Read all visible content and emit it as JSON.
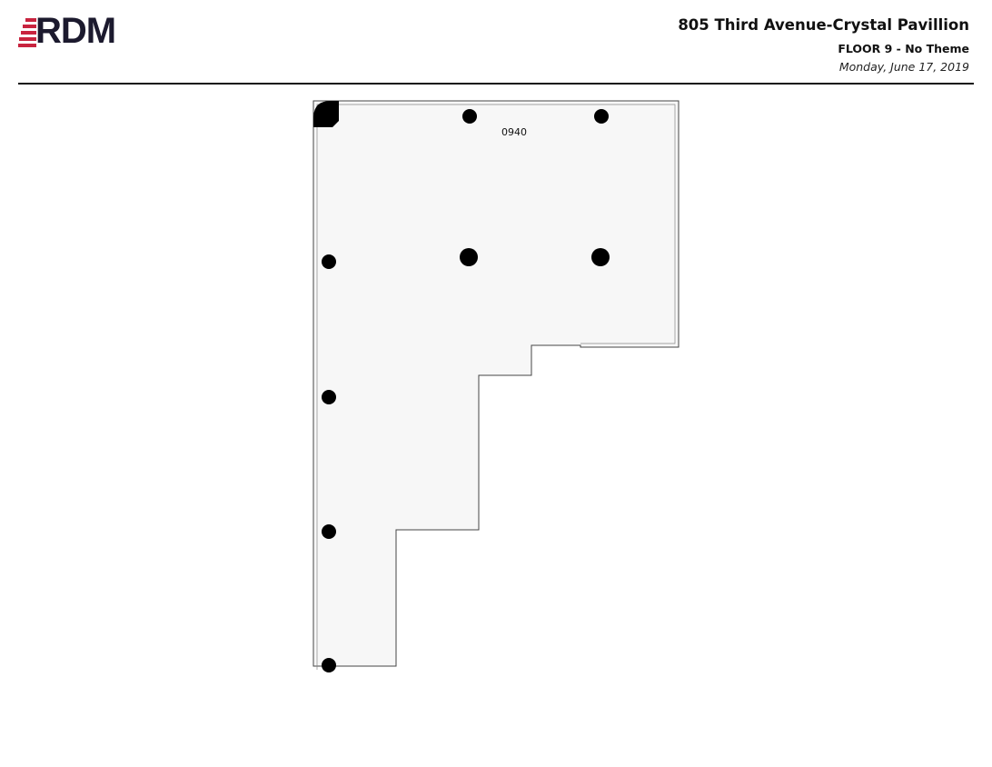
{
  "header": {
    "logo_text": "RDM",
    "building_title": "805 Third Avenue-Crystal Pavillion",
    "floor_label": "FLOOR 9 - No Theme",
    "date": "Monday, June 17, 2019"
  },
  "plan": {
    "room_label": "0940",
    "colors": {
      "logo_accent": "#c8243f",
      "logo_text": "#1c1a2e",
      "floor_fill": "#f7f7f7"
    }
  }
}
